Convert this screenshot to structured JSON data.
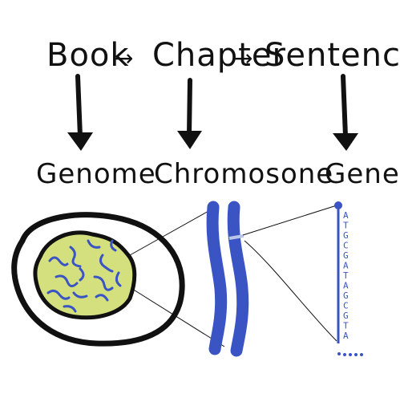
{
  "analogy": {
    "words": [
      "Book",
      "Chapter",
      "Sentence"
    ],
    "arrow_glyph": "→"
  },
  "biology": {
    "labels": [
      "Genome",
      "Chromosone",
      "Gene"
    ]
  },
  "gene_sequence": [
    "A",
    "T",
    "G",
    "C",
    "G",
    "A",
    "T",
    "A",
    "G",
    "C",
    "G",
    "T",
    "A"
  ],
  "colors": {
    "ink": "#111111",
    "chromosome_blue": "#3a54c4",
    "nucleus_fill": "#d4e07e"
  }
}
